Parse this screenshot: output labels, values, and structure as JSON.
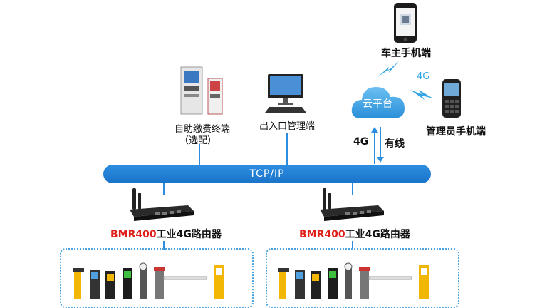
{
  "nodes": {
    "owner_phone": "车主手机端",
    "cloud": "云平台",
    "admin_phone": "管理员手机端",
    "kiosk": "自助缴费终端",
    "kiosk_note": "（选配）",
    "exit_terminal": "出入口管理端"
  },
  "links": {
    "link_4g_right": "4G",
    "link_4g_left": "4G",
    "link_wired": "有线"
  },
  "bus": {
    "label": "TCP/IP"
  },
  "routers": [
    {
      "brand": "BMR400",
      "rest": "工业4G路由器"
    },
    {
      "brand": "BMR400",
      "rest": "工业4G路由器"
    }
  ],
  "colors": {
    "accent": "#1a74c9",
    "brand_red": "#e0211b"
  }
}
